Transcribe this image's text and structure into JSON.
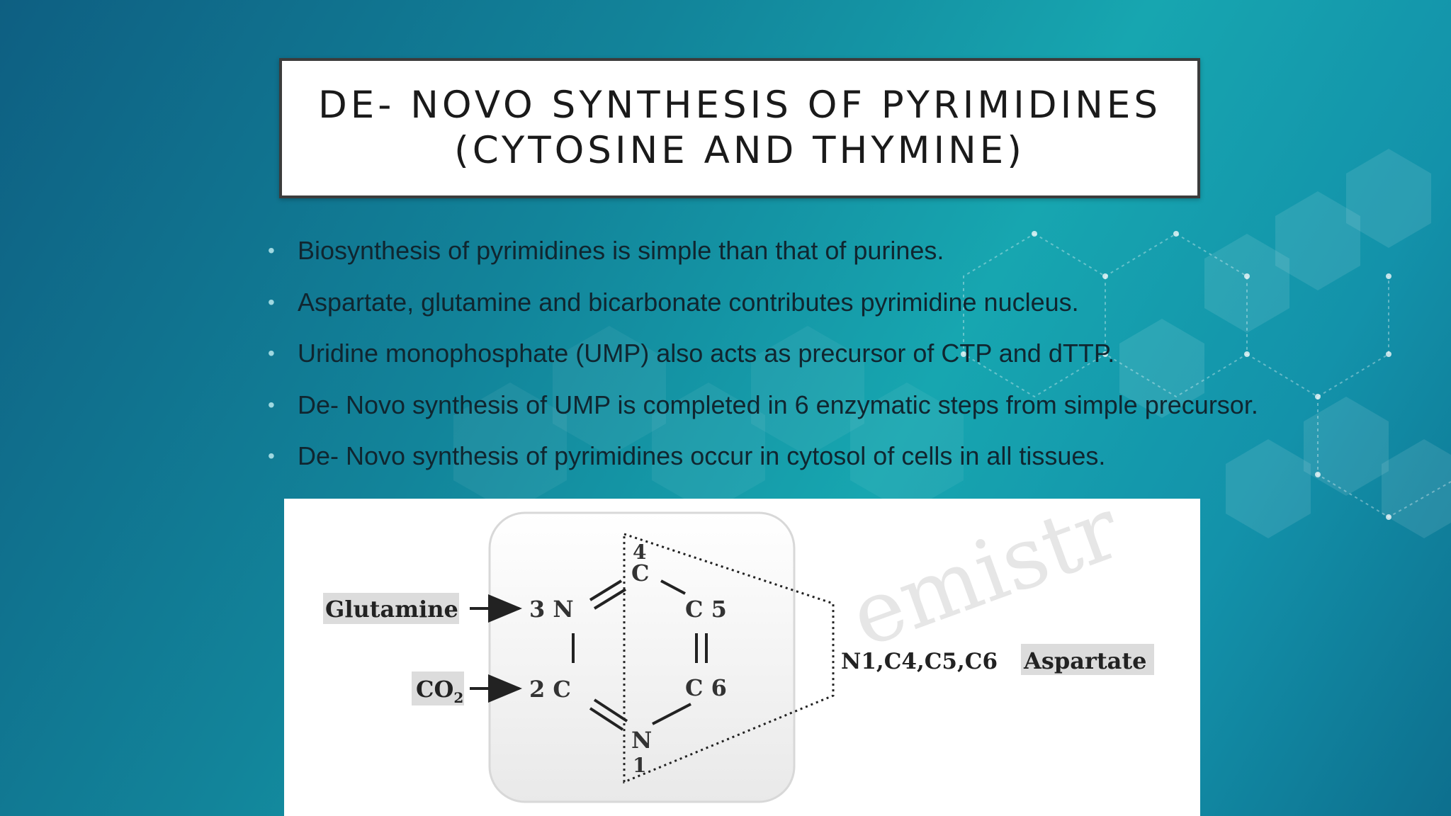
{
  "slide": {
    "title_line1": "DE- NOVO SYNTHESIS OF PYRIMIDINES",
    "title_line2": "(CYTOSINE AND THYMINE)",
    "bullets": [
      "Biosynthesis of pyrimidines is simple than that of purines.",
      "Aspartate, glutamine and bicarbonate contributes pyrimidine nucleus.",
      "Uridine monophosphate (UMP) also acts as precursor of CTP and dTTP.",
      "De- Novo synthesis of UMP is completed in 6 enzymatic steps from simple precursor.",
      "De- Novo synthesis of pyrimidines occur in cytosol of cells in all tissues."
    ],
    "bullet_symbol": "•"
  },
  "diagram": {
    "glutamine_label": "Glutamine",
    "co2_main": "CO",
    "co2_sub": "2",
    "aspartate_label": "Aspartate",
    "aspartate_atoms": "N1,C4,C5,C6",
    "atoms": {
      "n3": "3 N",
      "c2": "2 C",
      "c4_num": "4",
      "c4": "C",
      "c5": "C 5",
      "c6": "C 6",
      "n1": "N",
      "n1_num": "1"
    },
    "watermark": "emistr"
  },
  "colors": {
    "bg_dark": "#0e5f82",
    "bg_light": "#17a6b0",
    "title_border": "#3c3c3c",
    "label_bg": "#dcdcdc"
  }
}
